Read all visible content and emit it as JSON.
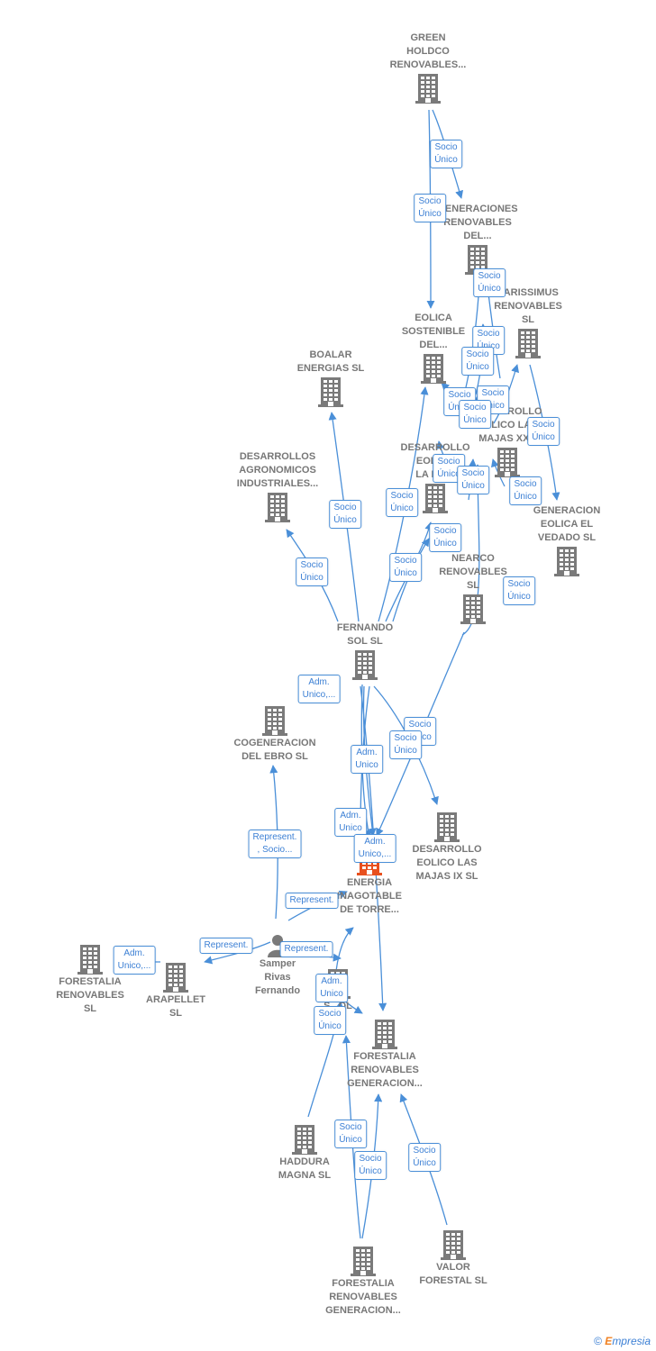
{
  "nodes": [
    {
      "id": "green",
      "label_lines": [
        "GREEN",
        "HOLDCO",
        "RENOVABLES..."
      ],
      "icon": "building-icon"
    },
    {
      "id": "generaciones",
      "label_lines": [
        "GENERACIONES",
        "RENOVABLES",
        "DEL..."
      ],
      "icon": "building-icon"
    },
    {
      "id": "varissimus",
      "label_lines": [
        "VARISSIMUS",
        "RENOVABLES",
        "SL"
      ],
      "icon": "building-icon"
    },
    {
      "id": "eolica",
      "label_lines": [
        "EOLICA",
        "SOSTENIBLE",
        "DEL..."
      ],
      "icon": "building-icon"
    },
    {
      "id": "boalar",
      "label_lines": [
        "BOALAR",
        "ENERGIAS  SL"
      ],
      "icon": "building-icon"
    },
    {
      "id": "desarrollo_xxv",
      "label_lines": [
        "DESARROLLO",
        "EOLICO LAS",
        "MAJAS XXV"
      ],
      "icon": "building-icon"
    },
    {
      "id": "desarrollo_mu",
      "label_lines": [
        "DESARROLLO",
        "EOLICO",
        "LA MU..."
      ],
      "icon": "building-icon"
    },
    {
      "id": "desarrollos_agro",
      "label_lines": [
        "DESARROLLOS",
        "AGRONOMICOS",
        "INDUSTRIALES..."
      ],
      "icon": "building-icon"
    },
    {
      "id": "generacion_vedado",
      "label_lines": [
        "GENERACION",
        "EOLICA EL",
        "VEDADO SL"
      ],
      "icon": "building-icon"
    },
    {
      "id": "nearco",
      "label_lines": [
        "NEARCO",
        "RENOVABLES",
        "SL"
      ],
      "icon": "building-icon"
    },
    {
      "id": "fernando",
      "label_lines": [
        "FERNANDO",
        "SOL SL"
      ],
      "icon": "building-icon"
    },
    {
      "id": "cogeneracion",
      "label_lines": [
        "COGENERACION",
        "DEL EBRO  SL"
      ],
      "icon": "building-icon"
    },
    {
      "id": "desarrollo_ix",
      "label_lines": [
        "DESARROLLO",
        "EOLICO LAS",
        "MAJAS IX  SL"
      ],
      "icon": "building-icon"
    },
    {
      "id": "energia",
      "label_lines": [
        "ENERGIA",
        "INAGOTABLE",
        "DE TORRE..."
      ],
      "icon": "building-icon"
    },
    {
      "id": "samper",
      "label_lines": [
        "Samper",
        "Rivas",
        "Fernando"
      ],
      "icon": "person-icon"
    },
    {
      "id": "forestalia_sl",
      "label_lines": [
        "FORESTALIA",
        "RENOVABLES",
        "SL"
      ],
      "icon": "building-icon"
    },
    {
      "id": "arapellet",
      "label_lines": [
        "ARAPELLET",
        "SL"
      ],
      "icon": "building-icon"
    },
    {
      "id": "solsl",
      "label_lines": [
        "S...OL"
      ],
      "icon": "building-icon"
    },
    {
      "id": "forestalia_gen1",
      "label_lines": [
        "FORESTALIA",
        "RENOVABLES",
        "GENERACION..."
      ],
      "icon": "building-icon"
    },
    {
      "id": "haddura",
      "label_lines": [
        "HADDURA",
        "MAGNA  SL"
      ],
      "icon": "building-icon"
    },
    {
      "id": "forestalia_gen2",
      "label_lines": [
        "FORESTALIA",
        "RENOVABLES",
        "GENERACION..."
      ],
      "icon": "building-icon"
    },
    {
      "id": "valor",
      "label_lines": [
        "VALOR",
        "FORESTAL SL"
      ],
      "icon": "building-icon"
    }
  ],
  "edge_labels": [
    [
      "Socio",
      "Único"
    ],
    [
      "Socio",
      "Único"
    ],
    [
      "Socio",
      "Único"
    ],
    [
      "Socio",
      "Único"
    ],
    [
      "Socio",
      "Único"
    ],
    [
      "Socio",
      "Único"
    ],
    [
      "Socio",
      "Único"
    ],
    [
      "Socio",
      "Único"
    ],
    [
      "Socio",
      "Único"
    ],
    [
      "Socio",
      "Único"
    ],
    [
      "Socio",
      "Único"
    ],
    [
      "Socio",
      "Único"
    ],
    [
      "Socio",
      "Único"
    ],
    [
      "Socio",
      "Único"
    ],
    [
      "Socio",
      "Único"
    ],
    [
      "Socio",
      "Único"
    ],
    [
      "Socio",
      "Único"
    ],
    [
      "Socio",
      "Único"
    ],
    [
      "Adm.",
      "Unico,..."
    ],
    [
      "Socio",
      "Único"
    ],
    [
      "Socio",
      "Único"
    ],
    [
      "Adm.",
      "Unico"
    ],
    [
      "Adm.",
      "Unico"
    ],
    [
      "Adm.",
      "Unico,..."
    ],
    [
      "Represent.",
      ", Socio..."
    ],
    [
      "Represent."
    ],
    [
      "Represent."
    ],
    [
      "Represent."
    ],
    [
      "Adm.",
      "Unico,..."
    ],
    [
      "Adm.",
      "Unico"
    ],
    [
      "Socio",
      "Único"
    ],
    [
      "Socio",
      "Único"
    ],
    [
      "Socio",
      "Único"
    ],
    [
      "Socio",
      "Único"
    ]
  ],
  "colors": {
    "edge": "#4a8fd8",
    "node_icon": "#7a7a7a",
    "focus_icon": "#e8501e",
    "label_text": "#777777"
  },
  "brand": {
    "copyright": "©",
    "name_first": "E",
    "name_rest": "mpresia"
  }
}
